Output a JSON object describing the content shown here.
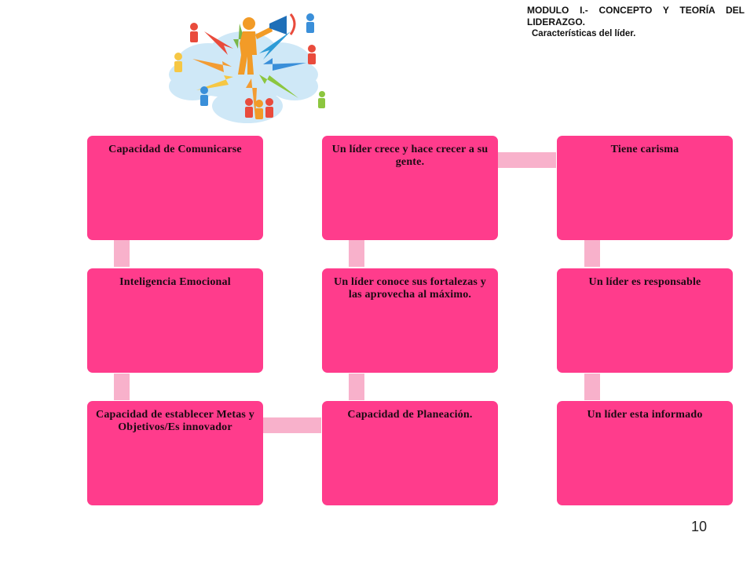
{
  "header": {
    "line1": "MODULO I.- CONCEPTO Y TEORÍA DEL",
    "line2": "LIDERAZGO.",
    "line3": "Características del líder."
  },
  "diagram": {
    "column1": [
      "Capacidad de Comunicarse",
      "Inteligencia Emocional",
      "Capacidad de establecer Metas y Objetivos/Es innovador"
    ],
    "column2": [
      "Un líder crece y hace crecer a su gente.",
      "Un líder conoce sus fortalezas y las aprovecha al máximo.",
      "Capacidad de Planeación."
    ],
    "column3": [
      "Tiene carisma",
      "Un líder es responsable",
      "Un líder esta informado"
    ]
  },
  "colors": {
    "box": "#ff3c8c",
    "connector": "#f8b1cb"
  },
  "illustration": {
    "icon": "leadership-network-illustration"
  },
  "page_number": "10"
}
